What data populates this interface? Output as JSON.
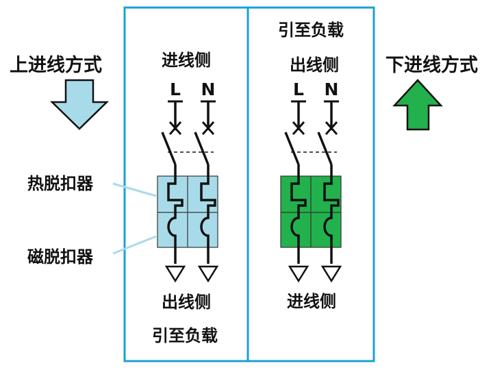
{
  "left_method": "上进线方式",
  "right_method": "下进线方式",
  "left_panel": {
    "top_label": "进线侧",
    "bottom_label": "出线侧",
    "bottom_note": "引至负载",
    "block_color": "#a8dbe9"
  },
  "right_panel": {
    "top_note": "引至负载",
    "top_label": "出线侧",
    "bottom_label": "进线侧",
    "block_color": "#22b14c"
  },
  "thermal_trip": "热脱扣器",
  "magnetic_trip": "磁脱扣器",
  "pole_L": "L",
  "pole_N": "N",
  "colors": {
    "frame": "#1aa0d6",
    "down_arrow": "#a8dbe9",
    "up_arrow": "#22b14c",
    "leader": "#a8dbe9"
  },
  "icons": {
    "down_arrow": "arrow-down-icon",
    "up_arrow": "arrow-up-icon"
  }
}
